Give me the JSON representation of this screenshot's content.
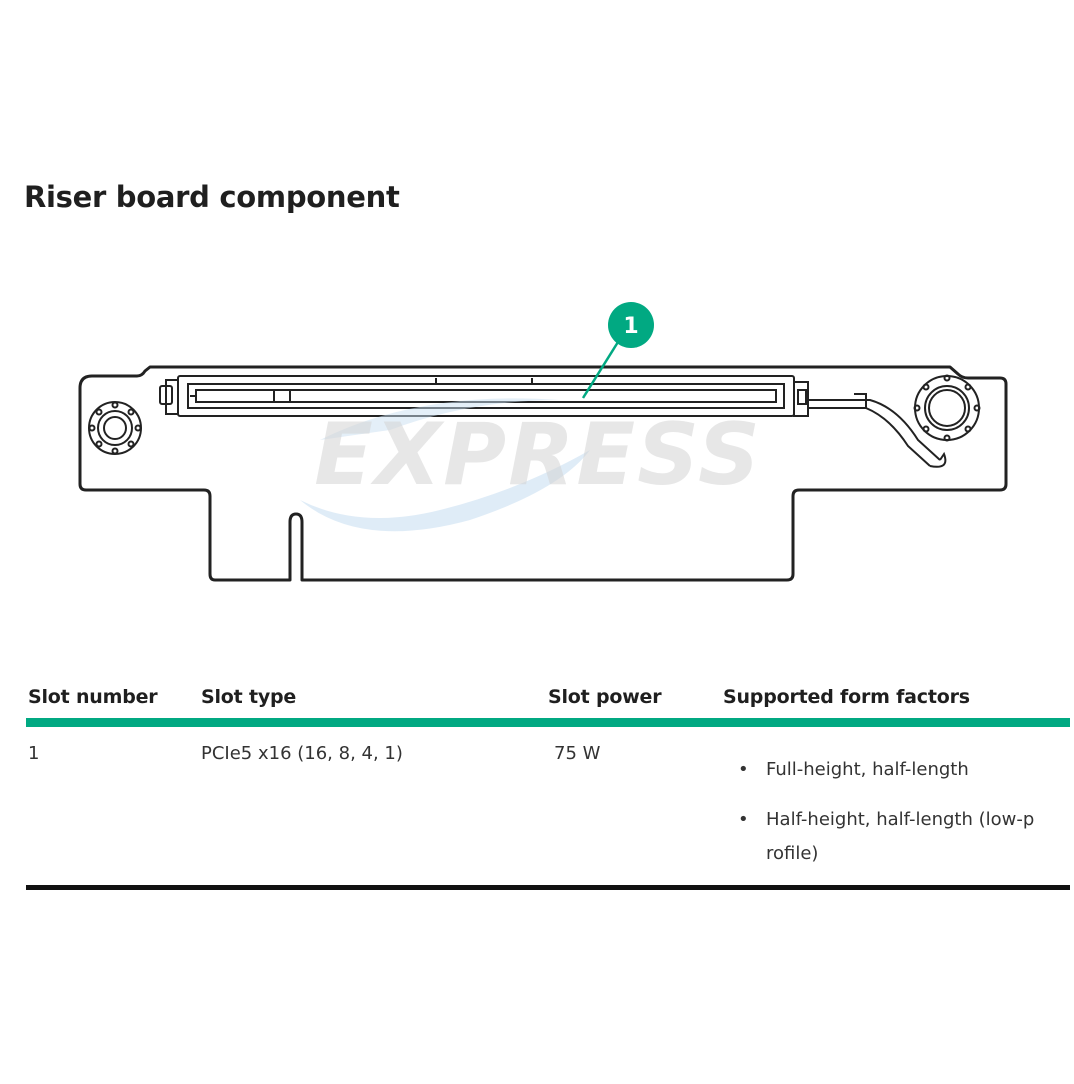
{
  "page": {
    "title": "Riser board component"
  },
  "diagram": {
    "callout_number": "1",
    "callout_color": "#01a982",
    "line_color": "#222222",
    "watermark_text": "EXPRESS"
  },
  "table": {
    "accent_color": "#01a982",
    "headers": {
      "slot_number": "Slot number",
      "slot_type": "Slot type",
      "slot_power": "Slot power",
      "form_factors": "Supported form factors"
    },
    "rows": [
      {
        "slot_number": "1",
        "slot_type": "PCIe5 x16 (16, 8, 4, 1)",
        "slot_power": "75 W",
        "form_factors": [
          "Full-height, half-length",
          "Half-height, half-length (low-p rofile)"
        ]
      }
    ]
  }
}
